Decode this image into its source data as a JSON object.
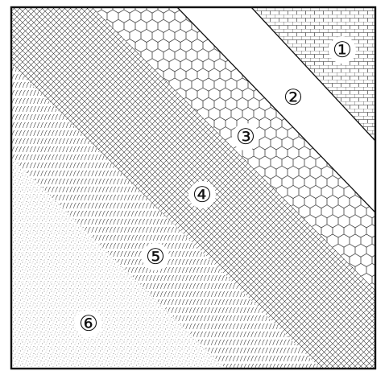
{
  "diagram": {
    "zones": [
      {
        "id": "zone-1",
        "label": "①",
        "pattern": "tile-brick"
      },
      {
        "id": "zone-2",
        "label": "②",
        "pattern": "blank"
      },
      {
        "id": "zone-3",
        "label": "③",
        "pattern": "hexagon"
      },
      {
        "id": "zone-4",
        "label": "④",
        "pattern": "crosshatch"
      },
      {
        "id": "zone-5",
        "label": "⑤",
        "pattern": "wavy-slash"
      },
      {
        "id": "zone-6",
        "label": "⑥",
        "pattern": "stipple"
      }
    ],
    "colors": {
      "line": "#111111",
      "background": "#ffffff"
    }
  }
}
